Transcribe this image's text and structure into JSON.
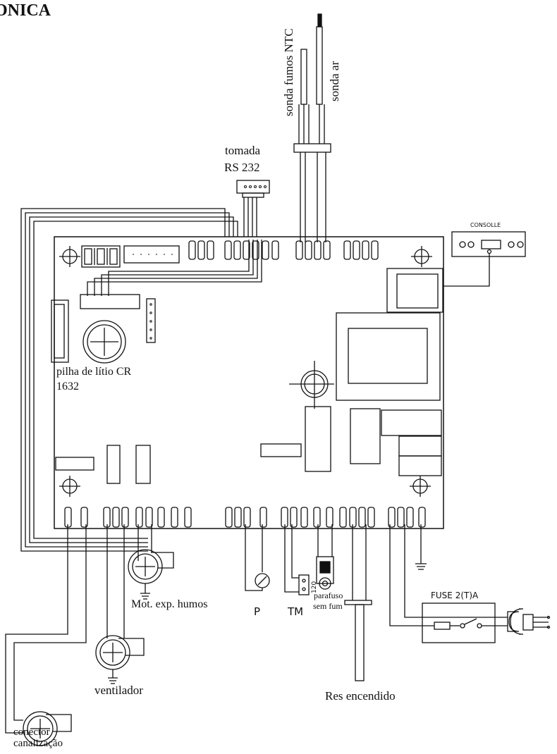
{
  "page_title": "ONICA",
  "labels": {
    "rs232": [
      "tomada",
      "RS 232"
    ],
    "ntc": "sonda fumos NTC",
    "air": "sonda ar",
    "consolle": "CONSOLLE",
    "battery": [
      "pilha de lítio CR",
      "1632"
    ],
    "exhaust_motor": "Mot. exp. humos",
    "fan": "ventilador",
    "canal": [
      "conector",
      "canalização"
    ],
    "pressure": "P",
    "thermo": "TM",
    "thermo_value": "120",
    "screw": [
      "parafuso",
      "sem fum"
    ],
    "igniter": "Res encendido",
    "fuse": "FUSE 2(T)A"
  },
  "colors": {
    "ink": "#111111",
    "board_fill": "#ffffff"
  }
}
